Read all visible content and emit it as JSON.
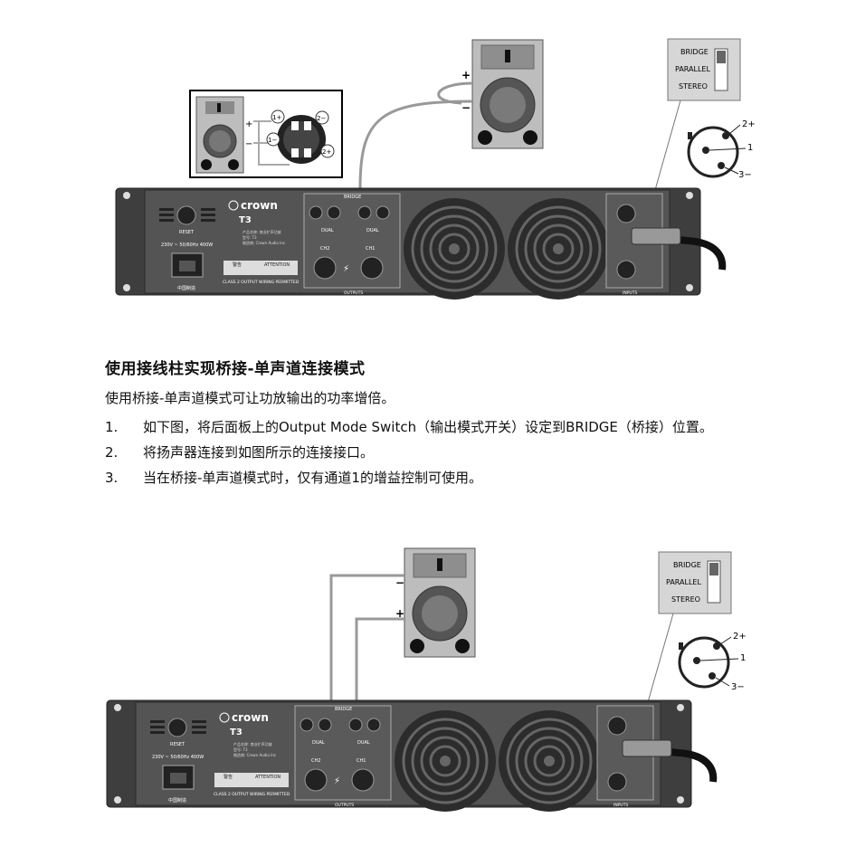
{
  "section": {
    "title": "使用接线柱实现桥接-单声道连接模式",
    "intro": "使用桥接-单声道模式可让功放输出的功率增倍。",
    "steps": [
      {
        "num": "1.",
        "text": "如下图，将后面板上的Output Mode Switch（输出模式开关）设定到BRIDGE（桥接）位置。"
      },
      {
        "num": "2.",
        "text": "将扬声器连接到如图所示的连接接口。"
      },
      {
        "num": "3.",
        "text": "当在桥接-单声道模式时，仅有通道1的增益控制可使用。"
      }
    ]
  },
  "switch": {
    "bridge": "BRIDGE",
    "parallel": "PARALLEL",
    "stereo": "STEREO"
  },
  "xlr": {
    "pin2": "2+",
    "pin1": "1",
    "pin3": "3−"
  },
  "speaker_polarity": {
    "plus": "+",
    "minus": "−"
  },
  "inset_pins": {
    "p1plus": "1+",
    "p1minus": "1−",
    "p2minus": "2−",
    "p2plus": "2+"
  },
  "amp": {
    "brand": "crown",
    "model": "T3",
    "reset": "RESET",
    "power_rating": "230V ~ 50/60Hz 400W",
    "product_info": [
      "产品名称:  商业扩声功放",
      "型号:  T3",
      "制造商:  Crown Audio Inc"
    ],
    "warning_label": "警告",
    "attention_label": "ATTENTION",
    "class_note": "CLASS 2 OUTPUT WIRING PERMITTED",
    "made_in": "中国制造",
    "bridge_label": "BRIDGE",
    "dual_label": "DUAL",
    "ch2": "CH2",
    "ch1": "CH1",
    "outputs": "OUTPUTS",
    "inputs": "INPUTS"
  }
}
